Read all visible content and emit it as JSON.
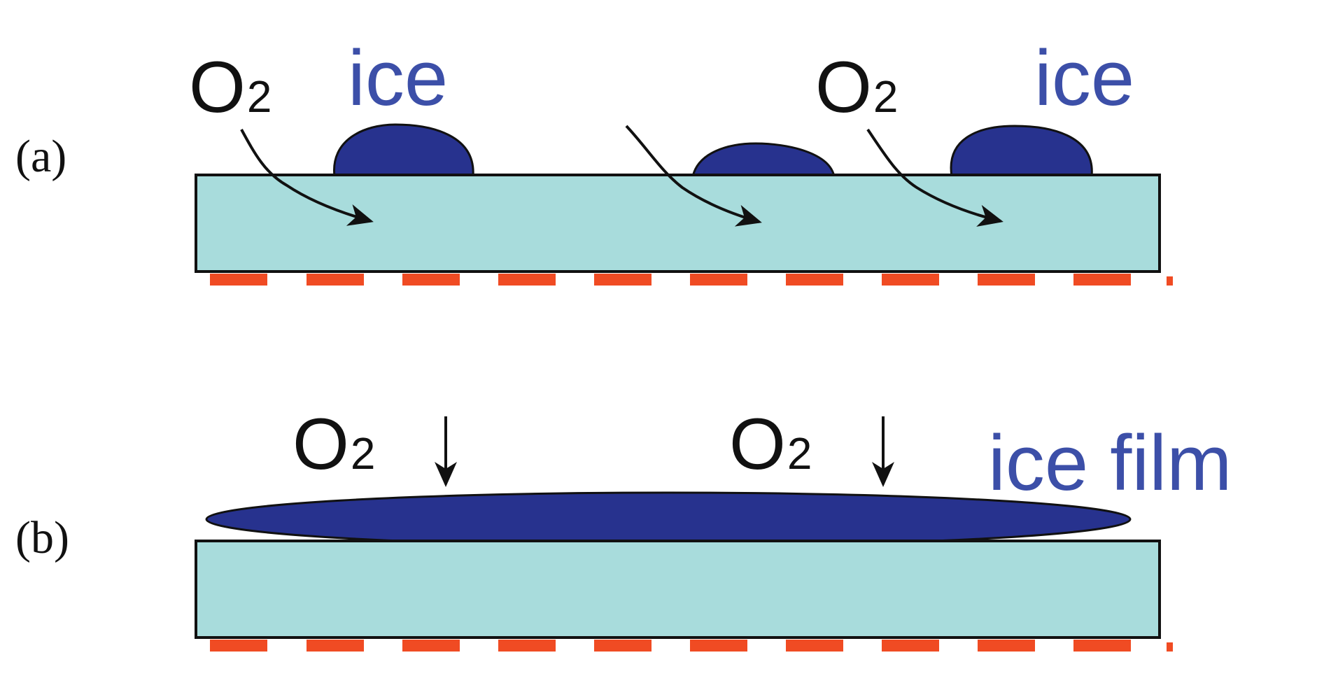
{
  "colors": {
    "substrate": "#A8DCDC",
    "ice": "#27328E",
    "ice_label": "#3C4FA8",
    "electrode": "#F04B23",
    "ink": "#111111"
  },
  "panel_a": {
    "label": "(a)",
    "o2_main": "O",
    "o2_sub": "2",
    "ice_label": "ice"
  },
  "panel_b": {
    "label": "(b)",
    "o2_main": "O",
    "o2_sub": "2",
    "ice_label": "ice film"
  }
}
